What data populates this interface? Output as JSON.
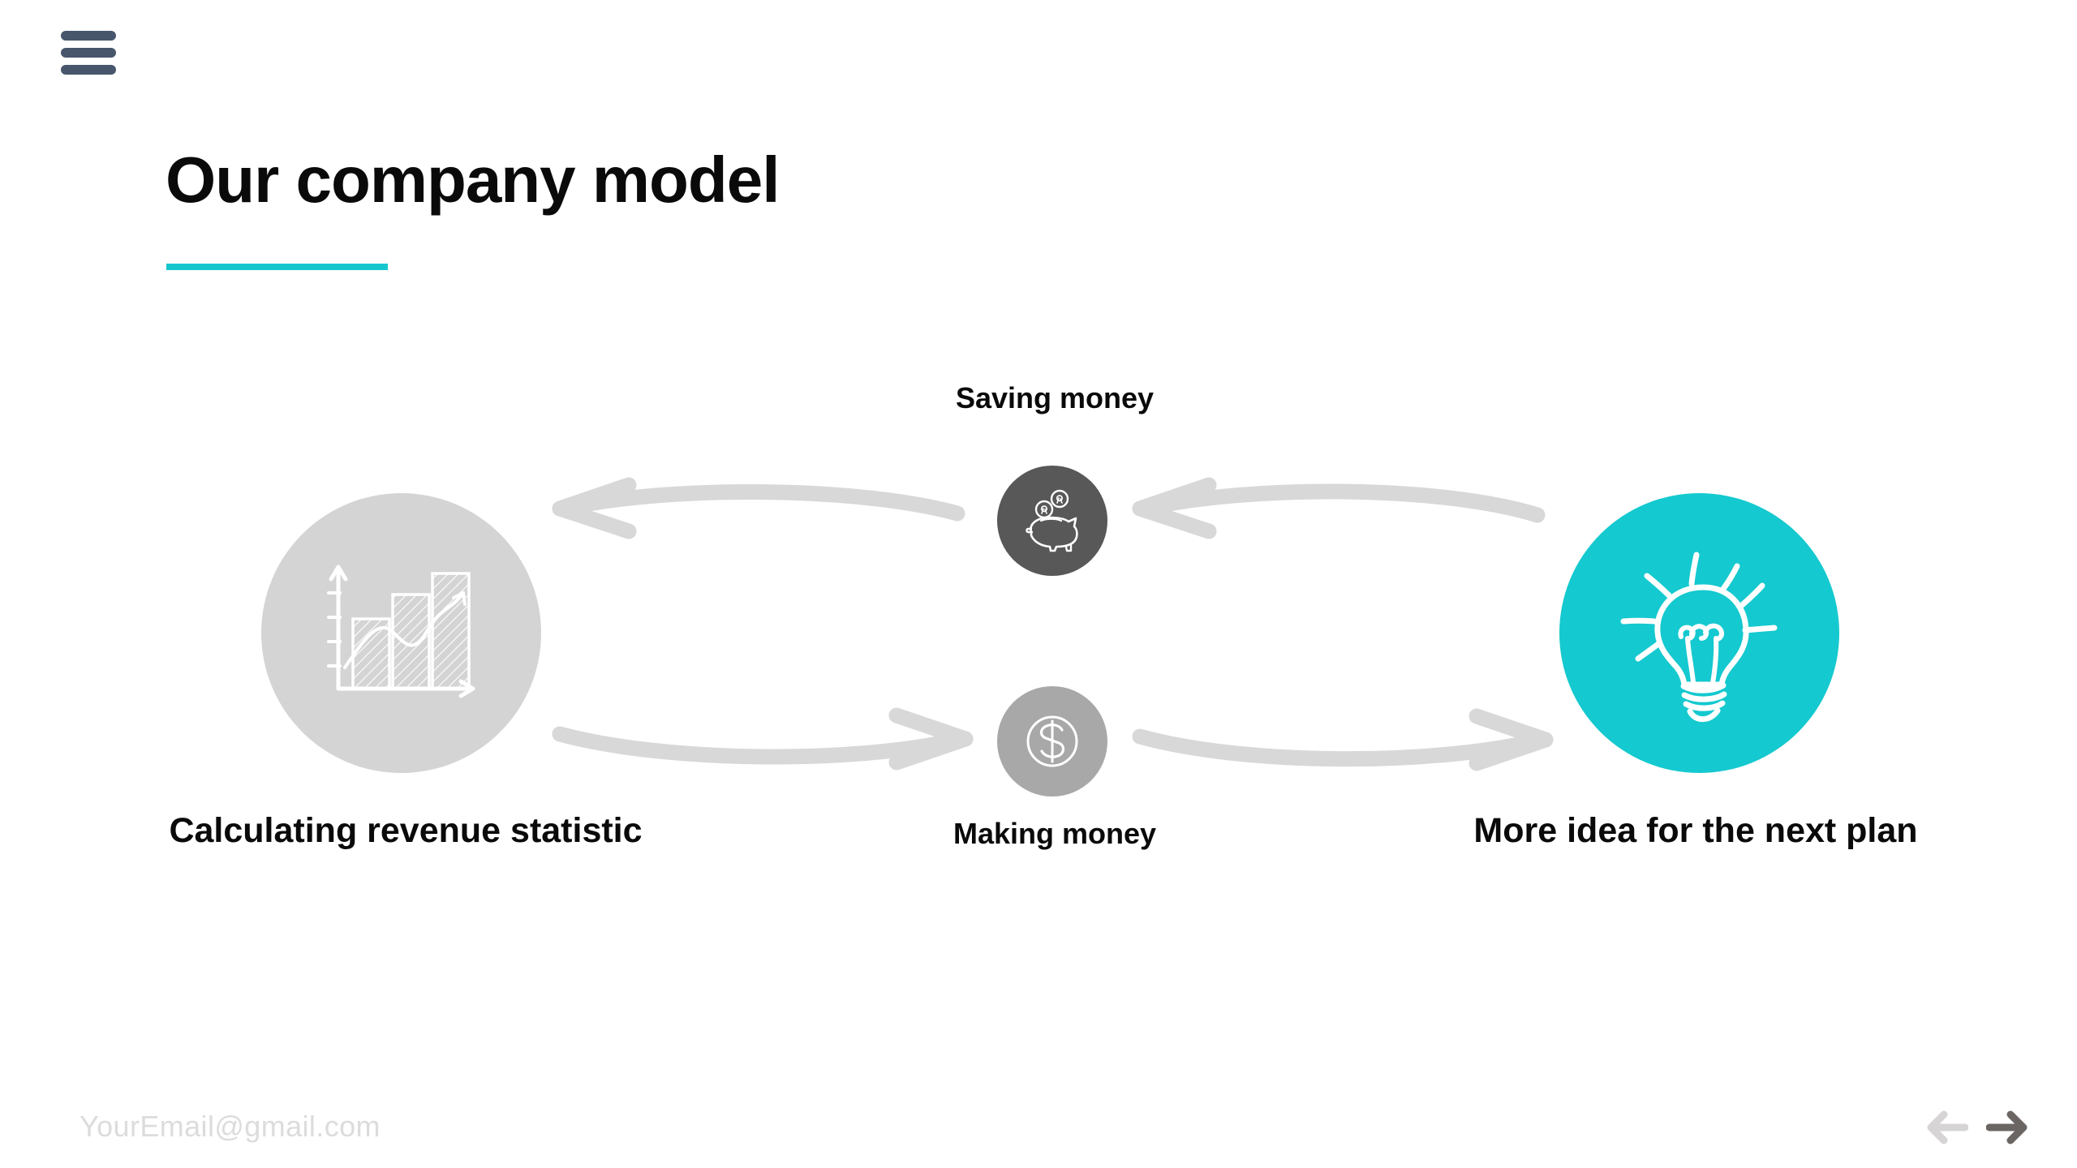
{
  "slide": {
    "title": "Our company model",
    "accent_color": "#14c9cf",
    "background_color": "#ffffff"
  },
  "menu": {
    "icon": "hamburger-menu-icon",
    "color": "#47566b"
  },
  "diagram": {
    "type": "cycle",
    "nodes": [
      {
        "id": "calculating",
        "label": "Calculating revenue statistic",
        "icon": "bar-chart-icon",
        "circle_color": "#d4d4d4",
        "icon_color": "#ffffff",
        "size": "large"
      },
      {
        "id": "saving",
        "label": "Saving money",
        "icon": "piggy-bank-icon",
        "circle_color": "#585858",
        "icon_color": "#ffffff",
        "size": "small"
      },
      {
        "id": "making",
        "label": "Making money",
        "icon": "dollar-coin-icon",
        "circle_color": "#a8a8a8",
        "icon_color": "#ffffff",
        "size": "small"
      },
      {
        "id": "idea",
        "label": "More idea for the next plan",
        "icon": "lightbulb-icon",
        "circle_color": "#14c9cf",
        "icon_color": "#ffffff",
        "size": "large"
      }
    ],
    "connectors": [
      {
        "id": "saving-to-calculating",
        "direction": "left",
        "color": "#d8d8d8"
      },
      {
        "id": "idea-to-saving",
        "direction": "left",
        "color": "#d8d8d8"
      },
      {
        "id": "calculating-to-making",
        "direction": "right",
        "color": "#d8d8d8"
      },
      {
        "id": "making-to-idea",
        "direction": "right",
        "color": "#d8d8d8"
      }
    ]
  },
  "footer": {
    "email": "YourEmail@gmail.com",
    "email_color": "#dcdcdc",
    "prev_icon": "arrow-left-icon",
    "next_icon": "arrow-right-icon",
    "prev_color": "#d6d4d4",
    "next_color": "#6b6664"
  }
}
